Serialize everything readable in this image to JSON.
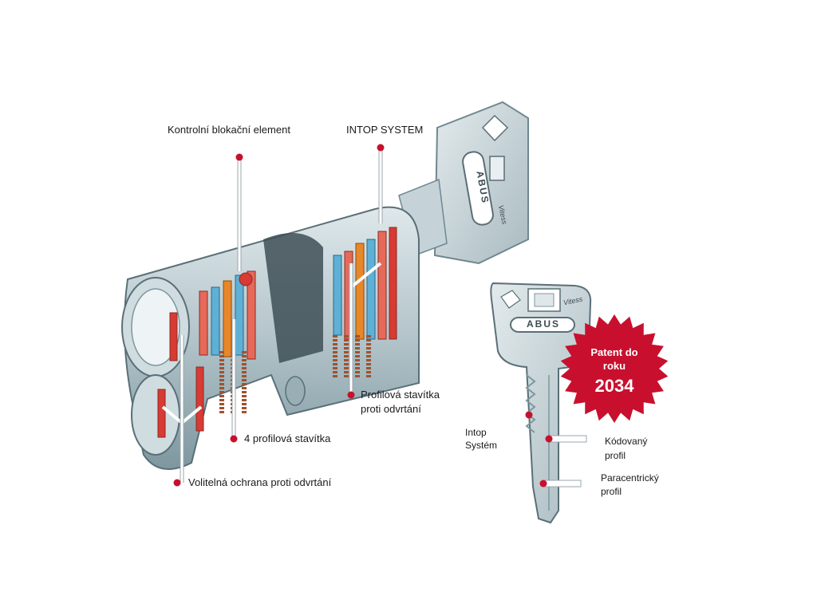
{
  "labels": {
    "control_element": "Kontrolní blokační element",
    "intop_system": "INTOP SYSTEM",
    "profile_pins_line1": "Profilová stavítka",
    "profile_pins_line2": "proti odvrtání",
    "four_profile_pins": "4 profilová stavítka",
    "optional_protection": "Volitelná ochrana proti odvrtání",
    "intop_line1": "Intop",
    "intop_line2": "Systém",
    "coded_line1": "Kódovaný",
    "coded_line2": "profil",
    "paracentric_line1": "Paracentrický",
    "paracentric_line2": "profil"
  },
  "badge": {
    "line1": "Patent do",
    "line2": "roku",
    "year": "2034"
  },
  "brand": {
    "logo_text": "ABUS",
    "model_text": "Vitess"
  },
  "colors": {
    "accent_red": "#c8102e",
    "metal": "#b6c6cc",
    "metal_dark": "#6f8790",
    "pin_blue": "#5fb0d6",
    "pin_orange": "#e8872a"
  }
}
